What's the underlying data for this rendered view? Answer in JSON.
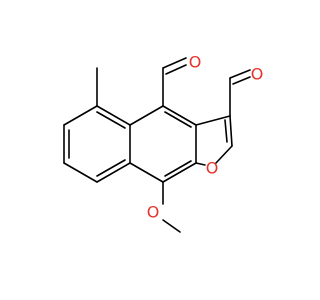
{
  "molecule": {
    "atoms": {
      "o_ald1": "O",
      "o_ald2": "O",
      "o_furan": "O",
      "o_methoxy": "O"
    },
    "colors": {
      "bond": "#000000",
      "oxygen": "#e8322c"
    }
  }
}
